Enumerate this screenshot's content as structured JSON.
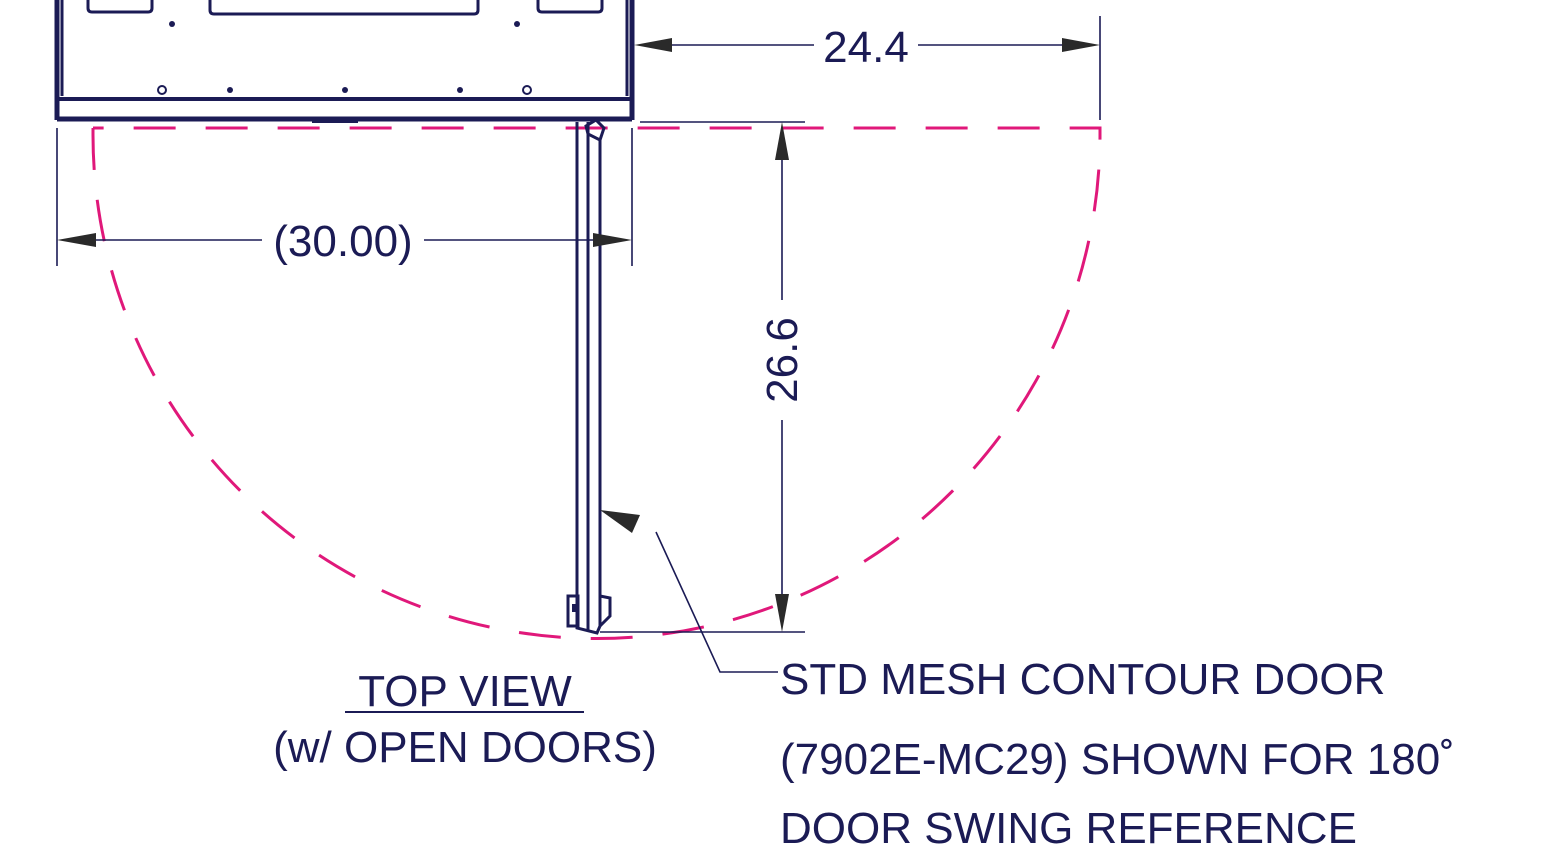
{
  "dimensions": {
    "depth_right": "24.4",
    "width_overall": "(30.00)",
    "door_swing_depth": "26.6"
  },
  "view_title": {
    "line1": "TOP VIEW",
    "line2": "(w/ OPEN DOORS)"
  },
  "callout": {
    "line1": "STD MESH CONTOUR DOOR",
    "line2": "(7902E-MC29) SHOWN FOR 180˚",
    "line3": "DOOR SWING REFERENCE"
  },
  "colors": {
    "linework": "#1b1b55",
    "door_swing_arc": "#e0187a",
    "background": "#ffffff"
  }
}
